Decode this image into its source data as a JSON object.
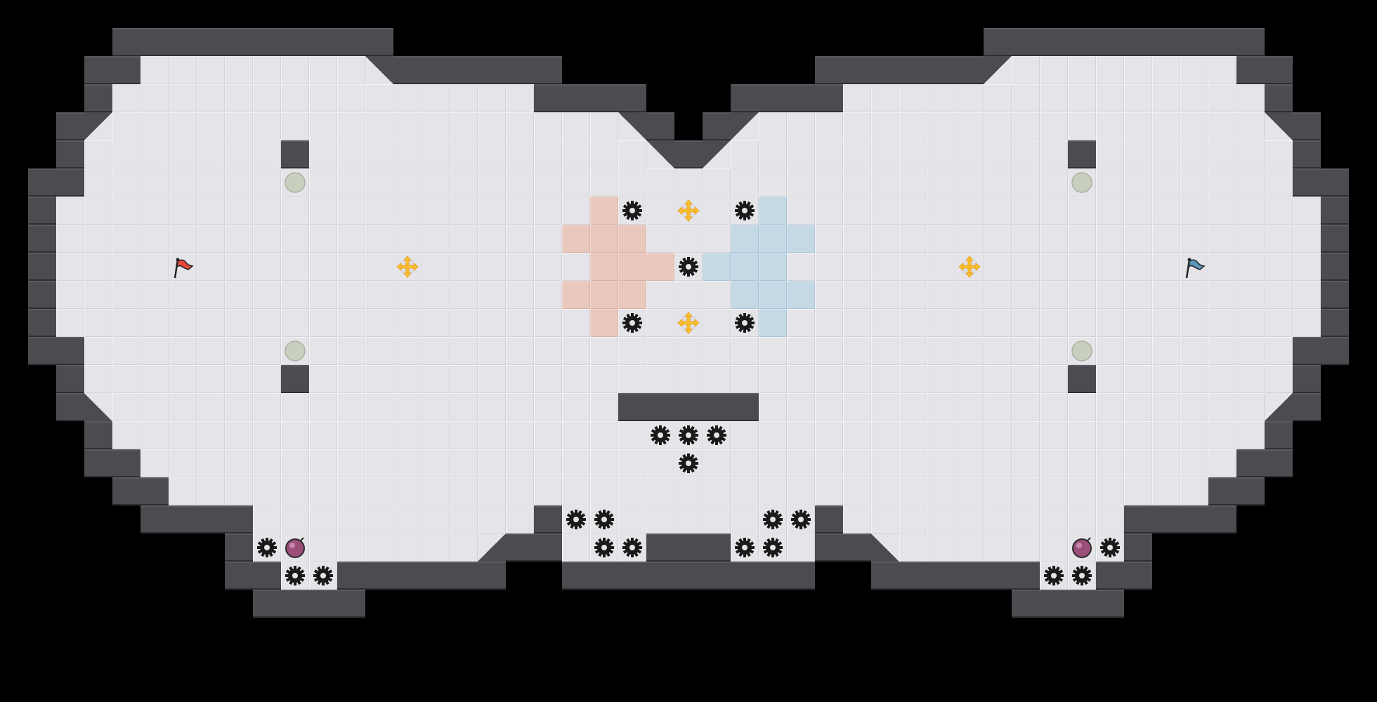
{
  "game": {
    "grid_columns": 49,
    "grid_rows": 25,
    "colors": {
      "floor": "#e5e5e9",
      "wall": "#4b4b50",
      "red_zone": "#e9c8bd",
      "blue_zone": "#c4d8e6",
      "red_flag": "#e8473a",
      "blue_flag": "#5b95b8",
      "boost": "#f7c531",
      "gear": "#1a1a1a",
      "bomb": "#9a4e78",
      "button": "#c9cfbf"
    },
    "legend": {
      " ": "empty",
      "#": "wall",
      ".": "floor",
      "a": "wall-diagonal-top-left",
      "b": "wall-diagonal-top-right",
      "c": "wall-diagonal-bottom-left",
      "e": "wall-diagonal-bottom-right"
    },
    "tile_rows_rle": [
      [
        [
          " ",
          49
        ]
      ],
      [
        [
          " ",
          4
        ],
        [
          "#",
          10
        ],
        [
          " ",
          21
        ],
        [
          "#",
          10
        ],
        [
          " ",
          4
        ]
      ],
      [
        [
          " ",
          3
        ],
        [
          "#",
          2
        ],
        [
          ".",
          8
        ],
        [
          "b",
          1
        ],
        [
          "#",
          6
        ],
        [
          " ",
          9
        ],
        [
          "#",
          6
        ],
        [
          "a",
          1
        ],
        [
          ".",
          8
        ],
        [
          "#",
          2
        ],
        [
          " ",
          3
        ]
      ],
      [
        [
          " ",
          3
        ],
        [
          "#",
          1
        ],
        [
          ".",
          15
        ],
        [
          "#",
          4
        ],
        [
          " ",
          3
        ],
        [
          "#",
          4
        ],
        [
          ".",
          15
        ],
        [
          "#",
          1
        ],
        [
          " ",
          3
        ]
      ],
      [
        [
          " ",
          2
        ],
        [
          "#",
          1
        ],
        [
          "a",
          1
        ],
        [
          ".",
          18
        ],
        [
          "b",
          1
        ],
        [
          "#",
          1
        ],
        [
          " ",
          1
        ],
        [
          "#",
          1
        ],
        [
          "a",
          1
        ],
        [
          ".",
          18
        ],
        [
          "b",
          1
        ],
        [
          "#",
          1
        ],
        [
          " ",
          2
        ]
      ],
      [
        [
          " ",
          2
        ],
        [
          "#",
          1
        ],
        [
          ".",
          7
        ],
        [
          "#",
          1
        ],
        [
          ".",
          12
        ],
        [
          "b",
          1
        ],
        [
          "#",
          1
        ],
        [
          "a",
          1
        ],
        [
          ".",
          12
        ],
        [
          "#",
          1
        ],
        [
          ".",
          7
        ],
        [
          "#",
          1
        ],
        [
          " ",
          2
        ]
      ],
      [
        [
          " ",
          1
        ],
        [
          "#",
          2
        ],
        [
          ".",
          43
        ],
        [
          "#",
          2
        ],
        [
          " ",
          1
        ]
      ],
      [
        [
          " ",
          1
        ],
        [
          "#",
          1
        ],
        [
          ".",
          45
        ],
        [
          "#",
          1
        ],
        [
          " ",
          1
        ]
      ],
      [
        [
          " ",
          1
        ],
        [
          "#",
          1
        ],
        [
          ".",
          45
        ],
        [
          "#",
          1
        ],
        [
          " ",
          1
        ]
      ],
      [
        [
          " ",
          1
        ],
        [
          "#",
          1
        ],
        [
          ".",
          45
        ],
        [
          "#",
          1
        ],
        [
          " ",
          1
        ]
      ],
      [
        [
          " ",
          1
        ],
        [
          "#",
          1
        ],
        [
          ".",
          45
        ],
        [
          "#",
          1
        ],
        [
          " ",
          1
        ]
      ],
      [
        [
          " ",
          1
        ],
        [
          "#",
          1
        ],
        [
          ".",
          45
        ],
        [
          "#",
          1
        ],
        [
          " ",
          1
        ]
      ],
      [
        [
          " ",
          1
        ],
        [
          "#",
          2
        ],
        [
          ".",
          43
        ],
        [
          "#",
          2
        ],
        [
          " ",
          1
        ]
      ],
      [
        [
          " ",
          2
        ],
        [
          "#",
          1
        ],
        [
          ".",
          7
        ],
        [
          "#",
          1
        ],
        [
          ".",
          27
        ],
        [
          "#",
          1
        ],
        [
          ".",
          7
        ],
        [
          "#",
          1
        ],
        [
          " ",
          2
        ]
      ],
      [
        [
          " ",
          2
        ],
        [
          "#",
          1
        ],
        [
          "c",
          1
        ],
        [
          ".",
          18
        ],
        [
          "#",
          5
        ],
        [
          ".",
          18
        ],
        [
          "e",
          1
        ],
        [
          "#",
          1
        ],
        [
          " ",
          2
        ]
      ],
      [
        [
          " ",
          3
        ],
        [
          "#",
          1
        ],
        [
          ".",
          41
        ],
        [
          "#",
          1
        ],
        [
          " ",
          3
        ]
      ],
      [
        [
          " ",
          3
        ],
        [
          "#",
          2
        ],
        [
          ".",
          39
        ],
        [
          "#",
          2
        ],
        [
          " ",
          3
        ]
      ],
      [
        [
          " ",
          4
        ],
        [
          "#",
          2
        ],
        [
          ".",
          37
        ],
        [
          "#",
          2
        ],
        [
          " ",
          4
        ]
      ],
      [
        [
          " ",
          5
        ],
        [
          "#",
          4
        ],
        [
          ".",
          10
        ],
        [
          "#",
          1
        ],
        [
          ".",
          9
        ],
        [
          "#",
          1
        ],
        [
          ".",
          10
        ],
        [
          "#",
          4
        ],
        [
          " ",
          5
        ]
      ],
      [
        [
          " ",
          8
        ],
        [
          "#",
          1
        ],
        [
          ".",
          8
        ],
        [
          "e",
          1
        ],
        [
          "#",
          2
        ],
        [
          ".",
          3
        ],
        [
          "#",
          3
        ],
        [
          ".",
          3
        ],
        [
          "#",
          2
        ],
        [
          "c",
          1
        ],
        [
          ".",
          8
        ],
        [
          "#",
          1
        ],
        [
          " ",
          8
        ]
      ],
      [
        [
          " ",
          8
        ],
        [
          "#",
          2
        ],
        [
          ".",
          2
        ],
        [
          "#",
          6
        ],
        [
          " ",
          2
        ],
        [
          "#",
          9
        ],
        [
          " ",
          2
        ],
        [
          "#",
          6
        ],
        [
          ".",
          2
        ],
        [
          "#",
          2
        ],
        [
          " ",
          8
        ]
      ],
      [
        [
          " ",
          9
        ],
        [
          "#",
          4
        ],
        [
          " ",
          23
        ],
        [
          "#",
          4
        ],
        [
          " ",
          9
        ]
      ],
      [
        [
          " ",
          49
        ]
      ],
      [
        [
          " ",
          49
        ]
      ],
      [
        [
          " ",
          49
        ]
      ]
    ],
    "zones": {
      "red": [
        [
          21,
          7
        ],
        [
          20,
          8
        ],
        [
          21,
          8
        ],
        [
          22,
          8
        ],
        [
          21,
          9
        ],
        [
          22,
          9
        ],
        [
          23,
          9
        ],
        [
          20,
          10
        ],
        [
          21,
          10
        ],
        [
          22,
          10
        ],
        [
          21,
          11
        ]
      ],
      "blue": [
        [
          27,
          7
        ],
        [
          26,
          8
        ],
        [
          27,
          8
        ],
        [
          28,
          8
        ],
        [
          25,
          9
        ],
        [
          26,
          9
        ],
        [
          27,
          9
        ],
        [
          26,
          10
        ],
        [
          27,
          10
        ],
        [
          28,
          10
        ],
        [
          27,
          11
        ]
      ]
    },
    "objects": {
      "gear": [
        [
          22,
          7
        ],
        [
          26,
          7
        ],
        [
          24,
          9
        ],
        [
          22,
          11
        ],
        [
          26,
          11
        ],
        [
          23,
          15
        ],
        [
          24,
          15
        ],
        [
          25,
          15
        ],
        [
          24,
          16
        ],
        [
          20,
          18
        ],
        [
          21,
          18
        ],
        [
          27,
          18
        ],
        [
          28,
          18
        ],
        [
          21,
          19
        ],
        [
          22,
          19
        ],
        [
          26,
          19
        ],
        [
          27,
          19
        ],
        [
          9,
          19
        ],
        [
          10,
          20
        ],
        [
          11,
          20
        ],
        [
          39,
          19
        ],
        [
          37,
          20
        ],
        [
          38,
          20
        ]
      ],
      "boost": [
        [
          24,
          7
        ],
        [
          24,
          11
        ],
        [
          14,
          9
        ],
        [
          34,
          9
        ]
      ],
      "red_flag": [
        [
          6,
          9
        ]
      ],
      "blue_flag": [
        [
          42,
          9
        ]
      ],
      "bomb": [
        [
          10,
          19
        ],
        [
          38,
          19
        ]
      ],
      "button": [
        [
          10,
          6
        ],
        [
          10,
          12
        ],
        [
          38,
          6
        ],
        [
          38,
          12
        ]
      ]
    }
  }
}
